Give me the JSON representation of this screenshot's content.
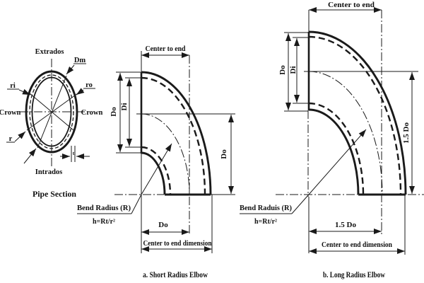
{
  "colors": {
    "ink": "#1a1a1a",
    "background": "#ffffff"
  },
  "pipe_section": {
    "caption": "Pipe Section",
    "extrados": "Extrados",
    "intrados": "Intrados",
    "crown_left": "Crown",
    "crown_right": "Crown",
    "dm": "Dm",
    "ri": "ri",
    "ro": "ro",
    "r": "r",
    "t": "t"
  },
  "short_elbow": {
    "caption": "a. Short Radius Elbow",
    "center_to_end_top": "Center to end",
    "do_left": "Do",
    "di_left": "Di",
    "do_right": "Do",
    "do_bottom": "Do",
    "center_to_end_bottom": "Center to end dimension",
    "bend_radius": "Bend Radius (R)",
    "formula": "h=Rt/r²"
  },
  "long_elbow": {
    "caption": "b. Long Radius Elbow",
    "center_to_end_top": "Center to end",
    "do_left": "Do",
    "di_left": "Di",
    "do_right": "1.5 Do",
    "do_bottom": "1.5 Do",
    "center_to_end_bottom": "Center to end dimension",
    "bend_radius": "Bend Raduis (R)",
    "formula": "h=Rt/r²"
  }
}
